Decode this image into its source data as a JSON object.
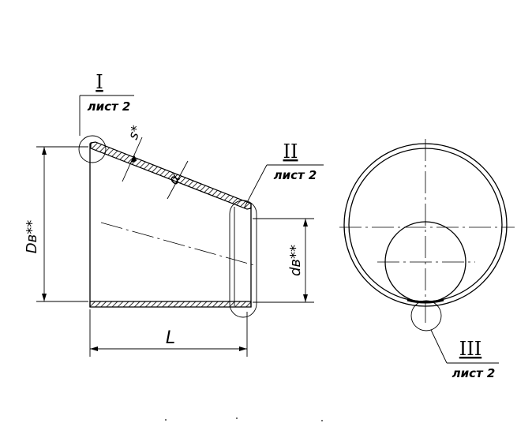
{
  "detail_callouts": {
    "I": {
      "numeral": "I",
      "sheet": "лист 2"
    },
    "II": {
      "numeral": "II",
      "sheet": "лист 2"
    },
    "III": {
      "numeral": "III",
      "sheet": "лист 2"
    }
  },
  "dimensions": {
    "large_diameter": "Dв**",
    "small_diameter": "dв**",
    "length": "L",
    "wall_thickness": "s*",
    "angle": "α"
  }
}
